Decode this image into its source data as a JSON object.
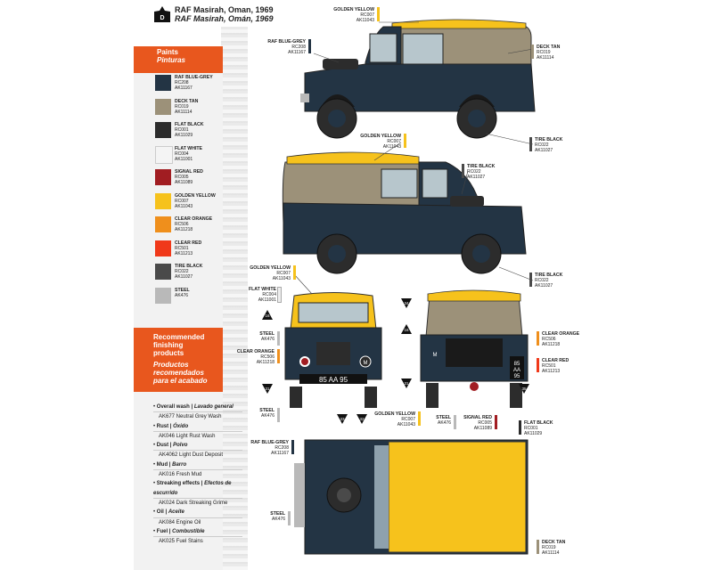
{
  "header": {
    "logo_letter": "D",
    "title": "RAF Masirah, Oman, 1969",
    "subtitle": "RAF Masirah, Omán, 1969"
  },
  "paints": {
    "heading_en": "Paints",
    "heading_es": "Pinturas",
    "items": [
      {
        "name": "RAF BLUE-GREY",
        "codes": [
          "RC208",
          "AK11167"
        ],
        "color": "#233444"
      },
      {
        "name": "DECK TAN",
        "codes": [
          "RC019",
          "AK11114"
        ],
        "color": "#9c9179"
      },
      {
        "name": "FLAT BLACK",
        "codes": [
          "RC001",
          "AK11029"
        ],
        "color": "#2c2c2c"
      },
      {
        "name": "FLAT WHITE",
        "codes": [
          "RC004",
          "AK11001"
        ],
        "color": "#f4f4f4"
      },
      {
        "name": "SIGNAL RED",
        "codes": [
          "RC005",
          "AK11089"
        ],
        "color": "#a11d22"
      },
      {
        "name": "GOLDEN YELLOW",
        "codes": [
          "RC007",
          "AK11043"
        ],
        "color": "#f6c21c"
      },
      {
        "name": "CLEAR ORANGE",
        "codes": [
          "RC506",
          "AK11218"
        ],
        "color": "#ef8f1c"
      },
      {
        "name": "CLEAR RED",
        "codes": [
          "RC501",
          "AK11213"
        ],
        "color": "#f0391a"
      },
      {
        "name": "TIRE BLACK",
        "codes": [
          "RC022",
          "AK11027"
        ],
        "color": "#4a4a4a"
      },
      {
        "name": "STEEL",
        "codes": [
          "AK476"
        ],
        "color": "#b9b9b9"
      }
    ]
  },
  "finishing": {
    "heading_en": [
      "Recommended",
      "finishing",
      "products"
    ],
    "heading_es": [
      "Productos",
      "recomendados",
      "para el acabado"
    ],
    "groups": [
      {
        "cat": "Overall wash |",
        "cat_es": "Lavado general",
        "products": [
          "AK677 Neutral Grey Wash"
        ]
      },
      {
        "cat": "Rust |",
        "cat_es": "Óxido",
        "products": [
          "AK046 Light Rust Wash"
        ]
      },
      {
        "cat": "Dust |",
        "cat_es": "Polvo",
        "products": [
          "AK4062 Light Dust Deposit"
        ]
      },
      {
        "cat": "Mud |",
        "cat_es": "Barro",
        "products": [
          "AK016 Fresh Mud"
        ]
      },
      {
        "cat": "Streaking effects |",
        "cat_es": "Efectos de escurrido",
        "products": [
          "AK024 Dark Streaking Grime"
        ]
      },
      {
        "cat": "Oil |",
        "cat_es": "Aceite",
        "products": [
          "AK084 Engine Oil"
        ]
      },
      {
        "cat": "Fuel |",
        "cat_es": "Combustible",
        "products": [
          "AK025 Fuel Stains"
        ]
      }
    ]
  },
  "callouts": {
    "golden_yellow": {
      "name": "GOLDEN YELLOW",
      "codes": [
        "RC007",
        "AK11043"
      ]
    },
    "raf_blue_grey": {
      "name": "RAF BLUE-GREY",
      "codes": [
        "RC208",
        "AK11167"
      ]
    },
    "deck_tan": {
      "name": "DECK TAN",
      "codes": [
        "RC019",
        "AK11114"
      ]
    },
    "tire_black": {
      "name": "TIRE BLACK",
      "codes": [
        "RC022",
        "AK11027"
      ]
    },
    "flat_white": {
      "name": "FLAT WHITE",
      "codes": [
        "RC004",
        "AK11001"
      ]
    },
    "steel": {
      "name": "STEEL",
      "codes": [
        "AK476"
      ]
    },
    "clear_orange": {
      "name": "CLEAR ORANGE",
      "codes": [
        "RC506",
        "AK11218"
      ]
    },
    "clear_orange_r": {
      "name": "CLEAR ORANGE",
      "codes": [
        "RC506",
        "AK11218"
      ]
    },
    "clear_red": {
      "name": "CLEAR RED",
      "codes": [
        "RC501",
        "AK11213"
      ]
    },
    "signal_red": {
      "name": "SIGNAL RED",
      "codes": [
        "RC005",
        "AK11089"
      ]
    },
    "flat_black": {
      "name": "FLAT BLACK",
      "codes": [
        "RC001",
        "AK11029"
      ]
    }
  },
  "markers": [
    "16",
    "34",
    "16",
    "31",
    "33",
    "32",
    "31",
    "35"
  ],
  "plates": {
    "front": "85 AA 95",
    "rear_top": "85",
    "rear_mid": "AA",
    "rear_bottom": "95",
    "badge": "M"
  }
}
